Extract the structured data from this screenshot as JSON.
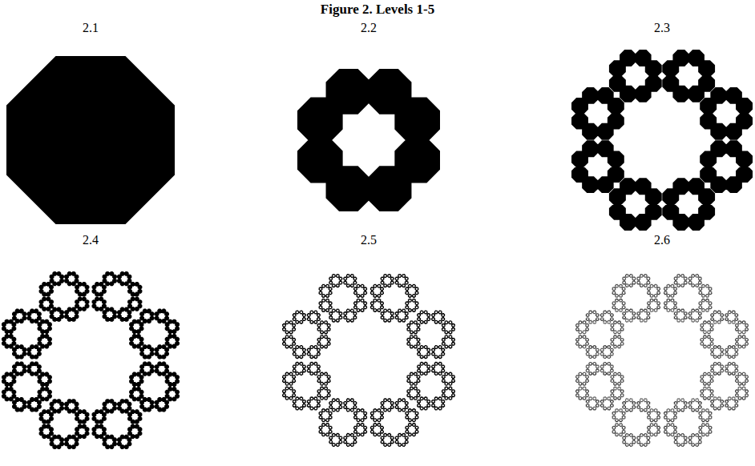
{
  "diagram": {
    "title": "Figure 2. Levels 1-5",
    "labels": [
      "2.1",
      "2.2",
      "2.3",
      "2.4",
      "2.5",
      "2.6"
    ]
  }
}
